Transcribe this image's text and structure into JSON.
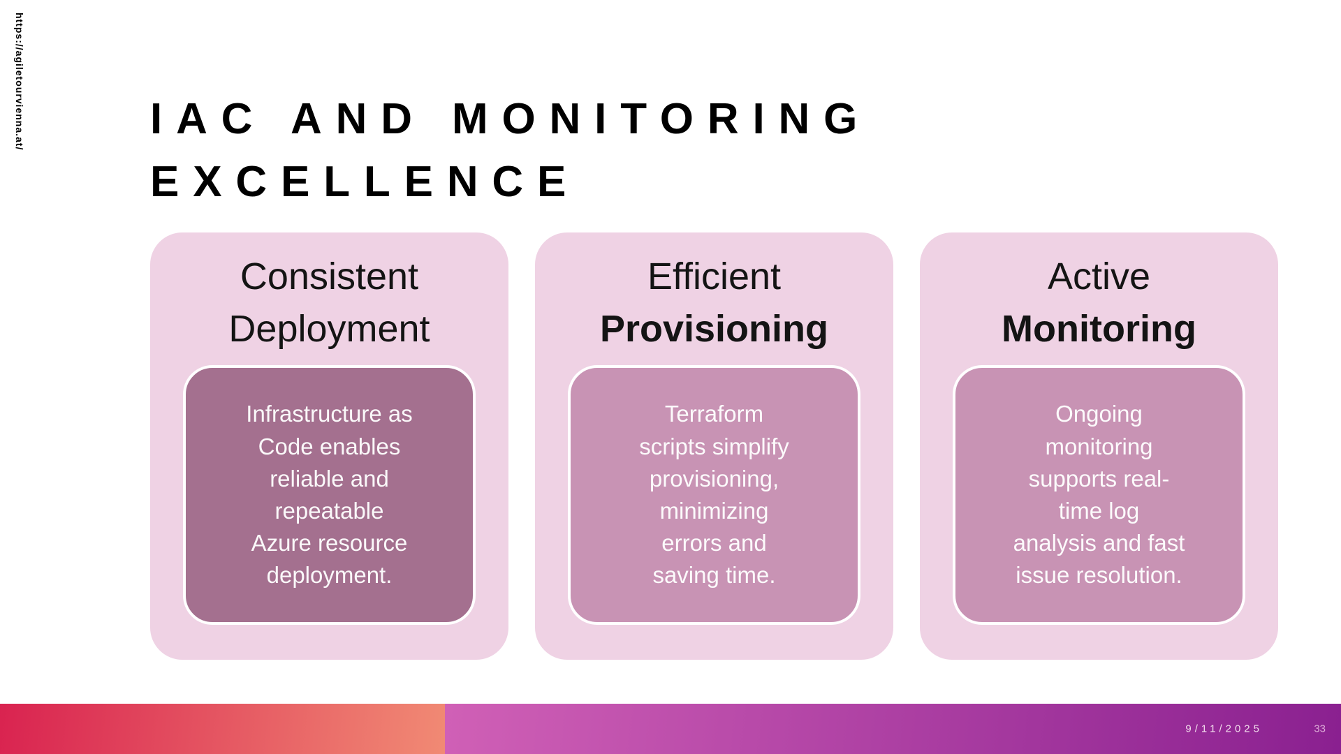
{
  "slide": {
    "side_link": "https://agiletourvienna.at/",
    "title_line1": "IAC AND MONITORING",
    "title_line2": "EXCELLENCE"
  },
  "cards": [
    {
      "heading_line1": "Consistent",
      "heading_line2": "Deployment",
      "body": "Infrastructure as\nCode enables\nreliable and\nrepeatable\nAzure resource\ndeployment.",
      "inner_bg": "#a4708f"
    },
    {
      "heading_line1": "Efficient",
      "heading_line2": "Provisioning",
      "body": "Terraform\nscripts simplify\nprovisioning,\nminimizing\nerrors and\nsaving time.",
      "inner_bg": "#c893b4"
    },
    {
      "heading_line1": "Active",
      "heading_line2": "Monitoring",
      "body": "Ongoing\nmonitoring\nsupports real-\ntime log\nanalysis and fast\nissue resolution.",
      "inner_bg": "#c893b4"
    }
  ],
  "footer": {
    "date": "9/11/2025",
    "page_number": "33",
    "left_gradient_from": "#d92350",
    "left_gradient_to": "#f18a74",
    "right_gradient_from": "#d060b6",
    "right_gradient_to": "#8a2090"
  },
  "colors": {
    "card_background": "#efd2e4",
    "card_border_white": "#ffffff",
    "title_text": "#000000",
    "body_text": "#fdf5fa"
  }
}
